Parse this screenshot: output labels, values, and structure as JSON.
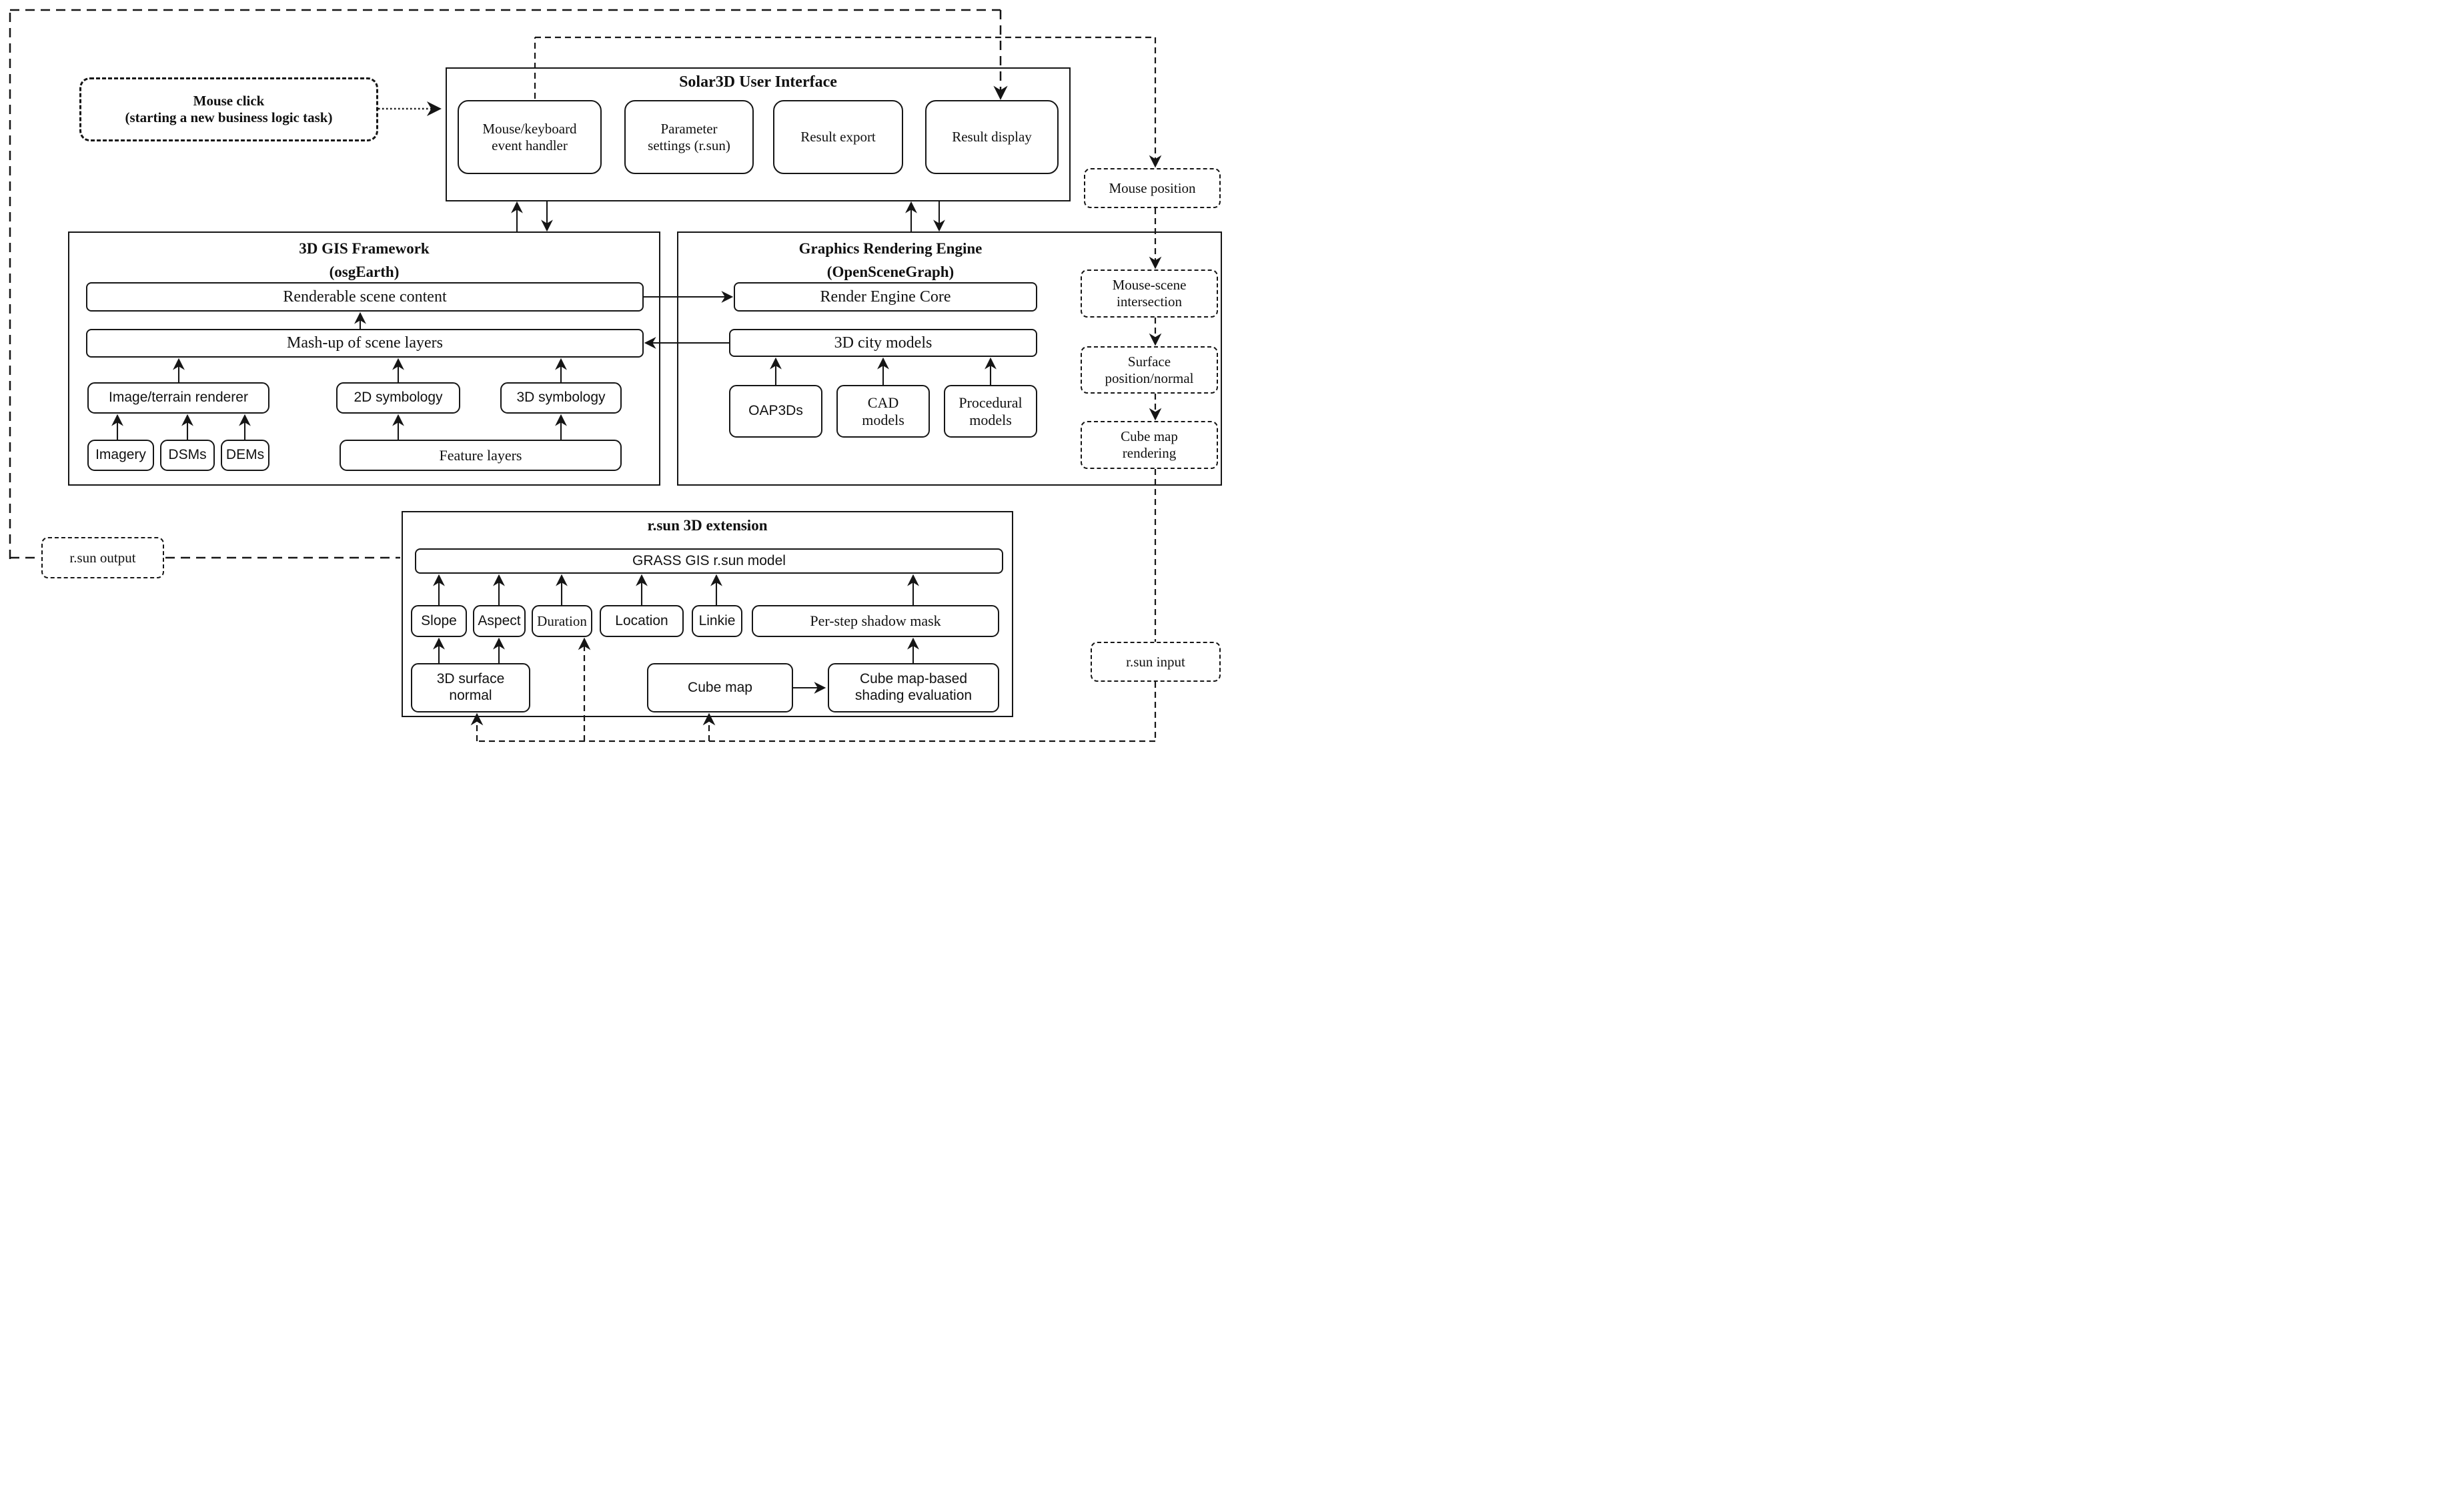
{
  "figure": {
    "background": "#ffffff",
    "line_color": "#151515",
    "description": "Solar3D software architecture diagram"
  },
  "mouse_click": {
    "label": "Mouse click\n(starting a new business logic task)"
  },
  "ui": {
    "title": "Solar3D User Interface",
    "event_handler": "Mouse/keyboard\nevent handler",
    "param_settings": "Parameter\nsettings (r.sun)",
    "result_export": "Result export",
    "result_display": "Result display"
  },
  "gis": {
    "title": "3D GIS Framework",
    "subtitle": "(osgEarth)",
    "renderable": "Renderable scene content",
    "mashup": "Mash-up of scene layers",
    "image_terrain": "Image/terrain renderer",
    "symb2d": "2D symbology",
    "symb3d": "3D symbology",
    "imagery": "Imagery",
    "dsms": "DSMs",
    "dems": "DEMs",
    "feature_layers": "Feature layers"
  },
  "gre": {
    "title": "Graphics Rendering Engine",
    "subtitle": "(OpenSceneGraph)",
    "render_core": "Render Engine Core",
    "city_models": "3D city models",
    "oap3ds": "OAP3Ds",
    "cad": "CAD\nmodels",
    "procedural": "Procedural\nmodels"
  },
  "pipeline": {
    "mouse_position": "Mouse position",
    "mouse_scene": "Mouse-scene\nintersection",
    "surface": "Surface\nposition/normal",
    "cubemap_rendering": "Cube map\nrendering",
    "rsun_input": "r.sun input",
    "rsun_output": "r.sun output"
  },
  "rsun": {
    "title": "r.sun 3D extension",
    "grass": "GRASS GIS r.sun model",
    "slope": "Slope",
    "aspect": "Aspect",
    "duration": "Duration",
    "location": "Location",
    "linkie": "Linkie",
    "perstep": "Per-step shadow mask",
    "surface_normal": "3D surface\nnormal",
    "cube_map": "Cube map",
    "shading": "Cube map-based\nshading evaluation"
  }
}
